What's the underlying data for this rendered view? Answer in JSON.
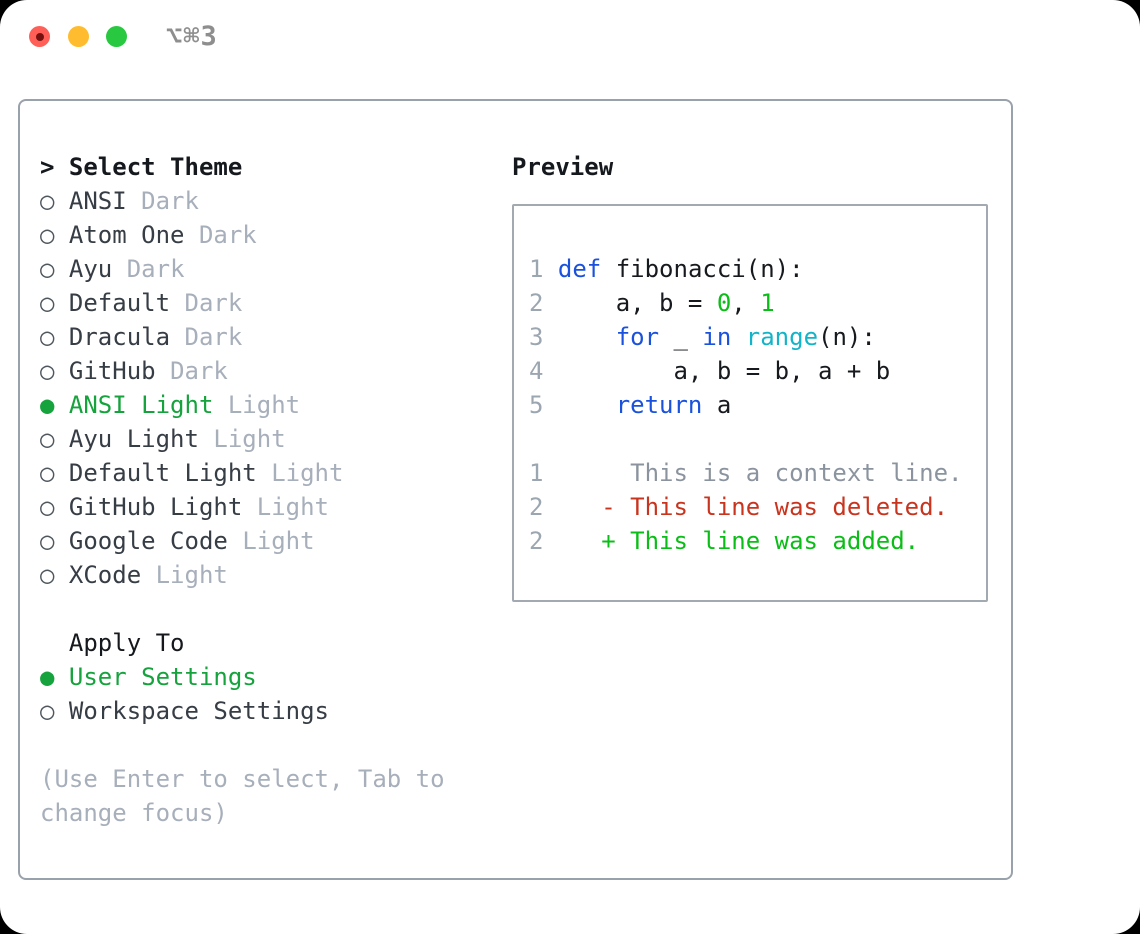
{
  "titlebar": {
    "title": "⌥⌘3"
  },
  "theme_selector": {
    "cursor": ">",
    "title": "Select Theme",
    "items": [
      {
        "name": "ANSI",
        "variant": "Dark",
        "selected": false
      },
      {
        "name": "Atom One",
        "variant": "Dark",
        "selected": false
      },
      {
        "name": "Ayu",
        "variant": "Dark",
        "selected": false
      },
      {
        "name": "Default",
        "variant": "Dark",
        "selected": false
      },
      {
        "name": "Dracula",
        "variant": "Dark",
        "selected": false
      },
      {
        "name": "GitHub",
        "variant": "Dark",
        "selected": false
      },
      {
        "name": "ANSI Light",
        "variant": "Light",
        "selected": true
      },
      {
        "name": "Ayu Light",
        "variant": "Light",
        "selected": false
      },
      {
        "name": "Default Light",
        "variant": "Light",
        "selected": false
      },
      {
        "name": "GitHub Light",
        "variant": "Light",
        "selected": false
      },
      {
        "name": "Google Code",
        "variant": "Light",
        "selected": false
      },
      {
        "name": "XCode",
        "variant": "Light",
        "selected": false
      }
    ]
  },
  "apply_to": {
    "title": "Apply To",
    "options": [
      {
        "label": "User Settings",
        "selected": true
      },
      {
        "label": "Workspace Settings",
        "selected": false
      }
    ]
  },
  "footer_hint": "(Use Enter to select, Tab to change focus)",
  "preview": {
    "title": "Preview",
    "code_lines": [
      {
        "gutter": "1",
        "tokens": [
          [
            "kw",
            "def"
          ],
          [
            "fg",
            " fibonacci(n):"
          ]
        ]
      },
      {
        "gutter": "2",
        "tokens": [
          [
            "fg",
            "    a, b = "
          ],
          [
            "num",
            "0"
          ],
          [
            "fg",
            ", "
          ],
          [
            "num",
            "1"
          ]
        ]
      },
      {
        "gutter": "3",
        "tokens": [
          [
            "fg",
            "    "
          ],
          [
            "kw",
            "for"
          ],
          [
            "fg",
            " _ "
          ],
          [
            "kw",
            "in"
          ],
          [
            "fg",
            " "
          ],
          [
            "builtin",
            "range"
          ],
          [
            "fg",
            "(n):"
          ]
        ]
      },
      {
        "gutter": "4",
        "tokens": [
          [
            "fg",
            "        a, b = b, a + b"
          ]
        ]
      },
      {
        "gutter": "5",
        "tokens": [
          [
            "fg",
            "    "
          ],
          [
            "kw",
            "return"
          ],
          [
            "fg",
            " a"
          ]
        ]
      }
    ],
    "diff_lines": [
      {
        "gutter": "1",
        "tokens": [
          [
            "ctx",
            "     This is a context line."
          ]
        ]
      },
      {
        "gutter": "2",
        "tokens": [
          [
            "del",
            "   - This line was deleted."
          ]
        ]
      },
      {
        "gutter": "2",
        "tokens": [
          [
            "add",
            "   + This line was added."
          ]
        ]
      }
    ]
  },
  "glyphs": {
    "radio_on": "●",
    "radio_off": "○"
  },
  "colors": {
    "page_bg": "#000000",
    "window_bg": "#ffffff",
    "panel_border": "#99a1ab",
    "box_border": "#a2a9b1",
    "text": "#363d45",
    "header": "#15181d",
    "muted": "#a7afbb",
    "radio_off": "#4e565e",
    "select_green": "#16a23c",
    "code_green": "#0bbd17",
    "keyword_blue": "#1a52dd",
    "builtin_cyan": "#14b4c8",
    "deleted_red": "#c9341e",
    "gutter_gray": "#9ca6b1",
    "context_gray": "#8b949e",
    "title_gray": "#8e8e8e",
    "light_red": "#ff5f57",
    "light_red_dot": "#751210",
    "light_yellow": "#febc2e",
    "light_green": "#28c840"
  }
}
